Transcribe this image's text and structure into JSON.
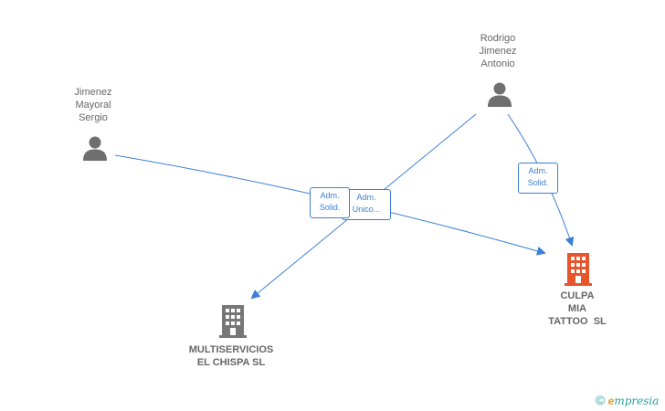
{
  "people": [
    {
      "name_lines": [
        "Jimenez",
        "Mayoral",
        "Sergio"
      ]
    },
    {
      "name_lines": [
        "Rodrigo",
        "Jimenez",
        "Antonio"
      ]
    }
  ],
  "companies": [
    {
      "name_lines": [
        "MULTISERVICIOS",
        "EL CHISPA SL"
      ],
      "color": "#777777"
    },
    {
      "name_lines": [
        "CULPA",
        "MIA",
        "TATTOO  SL"
      ],
      "color": "#e8552b"
    }
  ],
  "edge_labels": [
    {
      "lines": [
        "Adm.",
        "Solid."
      ]
    },
    {
      "lines": [
        "Adm.",
        "Unico..."
      ]
    },
    {
      "lines": [
        "Adm.",
        "Solid."
      ]
    }
  ],
  "colors": {
    "edge": "#3c7fd6",
    "person": "#6f6f6f",
    "building_grey": "#777777",
    "building_orange": "#e8552b"
  },
  "brand": {
    "copyright": "©",
    "initial": "e",
    "rest": "mpresia"
  }
}
